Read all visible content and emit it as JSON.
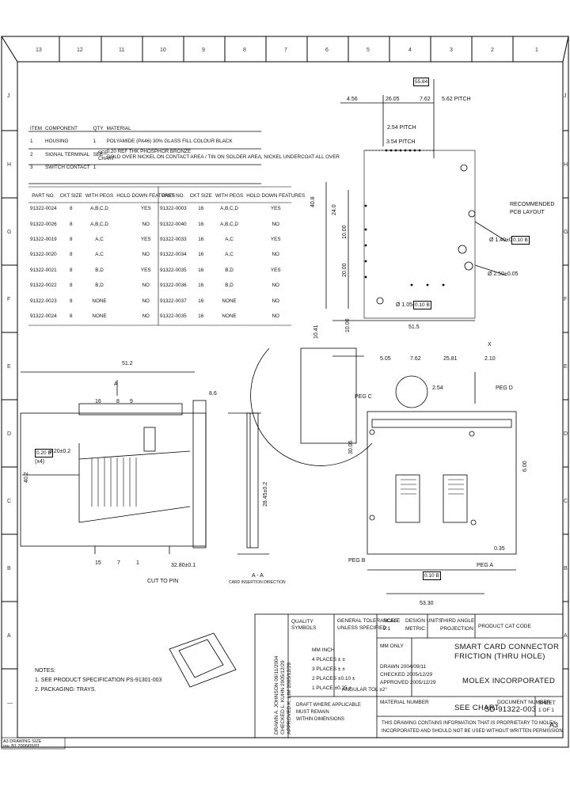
{
  "zones": {
    "top": [
      "13",
      "12",
      "11",
      "10",
      "9",
      "8",
      "7",
      "6",
      "5",
      "4",
      "3",
      "2",
      "1"
    ],
    "side": [
      "J",
      "H",
      "G",
      "F",
      "E",
      "D",
      "C",
      "B",
      "A",
      "—"
    ]
  },
  "bom": {
    "headers": [
      "ITEM",
      "COMPONENT",
      "QTY",
      "MATERIAL"
    ],
    "rows": [
      {
        "item": "1",
        "component": "HOUSING",
        "qty": "1",
        "material": "POLYAMIDE (PA46) 30% GLASS FILL COLOUR BLACK"
      },
      {
        "item": "2",
        "component": "SIGNAL TERMINAL",
        "qty": "SEE",
        "material": "0.20 REF THK PHOSPHOR BRONZE",
        "material2": "GOLD OVER NICKEL ON CONTACT AREA / TIN ON SOLDER AREA, NICKEL UNDERCOAT ALL OVER"
      },
      {
        "item": "3",
        "component": "SWITCH CONTACT",
        "qty": "1",
        "material": ""
      }
    ],
    "see_chart": [
      "SEE",
      "CHART"
    ]
  },
  "parts": {
    "headers": [
      "PART NO.",
      "CKT SIZE",
      "WITH PEGS",
      "HOLD DOWN FEATURES"
    ],
    "left": [
      [
        "91322-0024",
        "8",
        "A,B,C,D",
        "YES"
      ],
      [
        "91322-0026",
        "8",
        "A,B,C,D",
        "NO"
      ],
      [
        "91322-0019",
        "8",
        "A,C",
        "YES"
      ],
      [
        "91322-0020",
        "8",
        "A,C",
        "NO"
      ],
      [
        "91322-0021",
        "8",
        "B,D",
        "YES"
      ],
      [
        "91322-0022",
        "8",
        "B,D",
        "NO"
      ],
      [
        "91322-0023",
        "8",
        "NONE",
        "NO"
      ],
      [
        "91322-0024",
        "8",
        "NONE",
        "NO"
      ]
    ],
    "right": [
      [
        "91322-0003",
        "16",
        "A,B,C,D",
        "YES"
      ],
      [
        "91322-0040",
        "16",
        "A,B,C,D",
        "NO"
      ],
      [
        "91322-0033",
        "16",
        "A,C",
        "YES"
      ],
      [
        "91322-0034",
        "16",
        "A,C",
        "NO"
      ],
      [
        "91322-0035",
        "16",
        "B,D",
        "YES"
      ],
      [
        "91322-0036",
        "16",
        "B,D",
        "NO"
      ],
      [
        "91322-0037",
        "16",
        "NONE",
        "NO"
      ],
      [
        "91322-0035",
        "16",
        "NONE",
        "NO"
      ]
    ]
  },
  "pcb": {
    "title": [
      "RECOMMENDED",
      "PCB LAYOUT"
    ],
    "dims": [
      "55.84",
      "4.56",
      "26.05",
      "7.62",
      "5.62 PITCH",
      "2.54 PITCH",
      "3.54 PITCH",
      "Ø 1.40±0.05",
      "0.10 B",
      "Ø 2.50±0.05",
      "Ø 1.05±0.05",
      "0.10 B",
      "51.5",
      "40.8",
      "24.0",
      "10.00",
      "20.00",
      "10.41",
      "10.00"
    ]
  },
  "front": {
    "dims": [
      "51.2",
      "8.6",
      "0.20 B",
      "3.20±0.2",
      "(x4)",
      "40.2",
      "32.80±0.1"
    ],
    "section": "A",
    "callouts": [
      "16",
      "8",
      "9",
      "15",
      "7",
      "1"
    ],
    "cut_to_pin": "CUT TO PIN"
  },
  "side": {
    "section": "A - A",
    "insertion": "CARD INSERTION DIRECTION",
    "dim": "28.45±0.2"
  },
  "topview": {
    "x_marker": "X",
    "dims": [
      "5.05",
      "7.62",
      "25.81",
      "2.10",
      "2.54",
      "PEG D",
      "PEG C",
      "30.06",
      "6.00",
      "0.35",
      "0.10 B",
      "53.30"
    ],
    "peg_b": "PEG B",
    "peg_a": "PEG A"
  },
  "notes": {
    "title": "NOTES:",
    "items": [
      "1. SEE PRODUCT SPECIFICATION PS-91301-003",
      "2. PACKAGING: TRAYS."
    ]
  },
  "format_note": [
    "A3 DRAWING SIZE",
    "rev. B1 2006/05/01"
  ],
  "title_block": {
    "drawn": "DRAWN  A. JOHNSON  09/11/2004",
    "checked": "CHECKED  L. KUHN  2005/12/29",
    "approved": "APPROVED  K. LIM  2005/12/29",
    "quality": [
      "QUALITY",
      "SYMBOLS"
    ],
    "tolerances": [
      "GENERAL TOLERANCES",
      "UNLESS SPECIFIED"
    ],
    "tol_rows": [
      "MM     INCH",
      "4 PLACES  ±    ±",
      "3 PLACES  ±    ±",
      "2 PLACES  ±0.10 ±",
      "1 PLACE   ±0.25 ±"
    ],
    "angular": "ANGULAR TOL ±2°",
    "draft": [
      "DRAFT WHERE APPLICABLE",
      "MUST REMAIN",
      "WITHIN DIMENSIONS"
    ],
    "scale_label": "SCALE",
    "scale": "2:1",
    "units_label": "DESIGN UNITS",
    "units": "METRIC",
    "projection": [
      "THIRD ANGLE",
      "PROJECTION"
    ],
    "proprietary_label": "PRODUCT CAT CODE",
    "mm_only": "MM ONLY",
    "title": [
      "SMART CARD CONNECTOR",
      "FRICTION (THRU HOLE)"
    ],
    "fields": [
      "DRAWN  2004/09/11",
      "CHECKED  2005/12/29",
      "APPROVED  2005/12/29"
    ],
    "company": "MOLEX INCORPORATED",
    "material_no": "MATERIAL NUMBER",
    "see_chart": "SEE CHART",
    "doc_label": "DOCUMENT NUMBER",
    "doc_no": "SD-91322-003",
    "sheet_label": "SHEET",
    "sheet": "1 OF 1",
    "notice": [
      "THIS DRAWING CONTAINS INFORMATION THAT IS PROPRIETARY TO MOLEX",
      "INCORPORATED AND SHOULD NOT BE USED WITHOUT WRITTEN PERMISSION"
    ],
    "size": "A3"
  }
}
